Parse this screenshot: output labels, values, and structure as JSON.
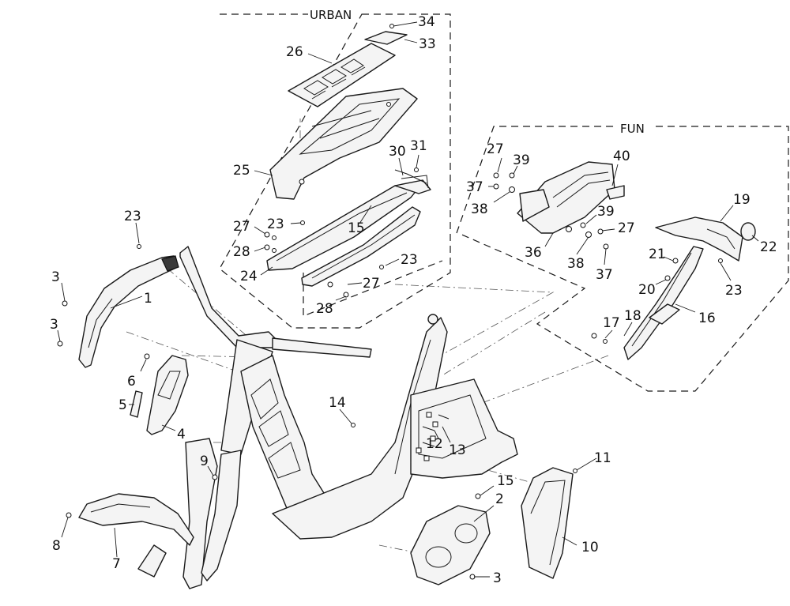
{
  "groups": {
    "urban": "URBAN",
    "fun": "FUN"
  },
  "callouts": {
    "c34": "34",
    "c33": "33",
    "c26": "26",
    "c25": "25",
    "c30": "30",
    "c31": "31",
    "c23_seat": "23",
    "c15_seat": "15",
    "c27_seat": "27",
    "c28_seat": "28",
    "c24": "24",
    "c23_rail": "23",
    "c27_rail": "27",
    "c28_rail": "28",
    "c27_fun": "27",
    "c39_top": "39",
    "c40": "40",
    "c37_left": "37",
    "c38_left": "38",
    "c39_right": "39",
    "c27_right": "27",
    "c36": "36",
    "c38_right": "38",
    "c37_right": "37",
    "c19": "19",
    "c22": "22",
    "c21": "21",
    "c20": "20",
    "c23_fun": "23",
    "c17": "17",
    "c18": "18",
    "c16": "16",
    "c23_left": "23",
    "c3_top": "3",
    "c1": "1",
    "c3_mid": "3",
    "c6": "6",
    "c5": "5",
    "c4": "4",
    "c14": "14",
    "c9": "9",
    "c12": "12",
    "c13": "13",
    "c15_frame": "15",
    "c2": "2",
    "c11": "11",
    "c10": "10",
    "c8": "8",
    "c7": "7",
    "c3_bottom": "3"
  }
}
